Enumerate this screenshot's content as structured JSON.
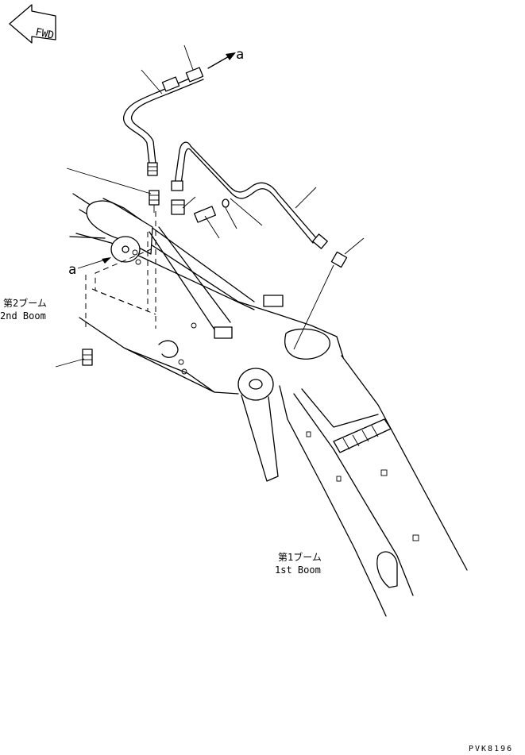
{
  "fwd_badge": {
    "label": "FWD"
  },
  "callouts": {
    "a_top": "a",
    "a_left": "a"
  },
  "labels": {
    "boom2_jp": "第2ブーム",
    "boom2_en": "2nd Boom",
    "boom1_jp": "第1ブーム",
    "boom1_en": "1st Boom"
  },
  "drawing_code": "PVK8196"
}
